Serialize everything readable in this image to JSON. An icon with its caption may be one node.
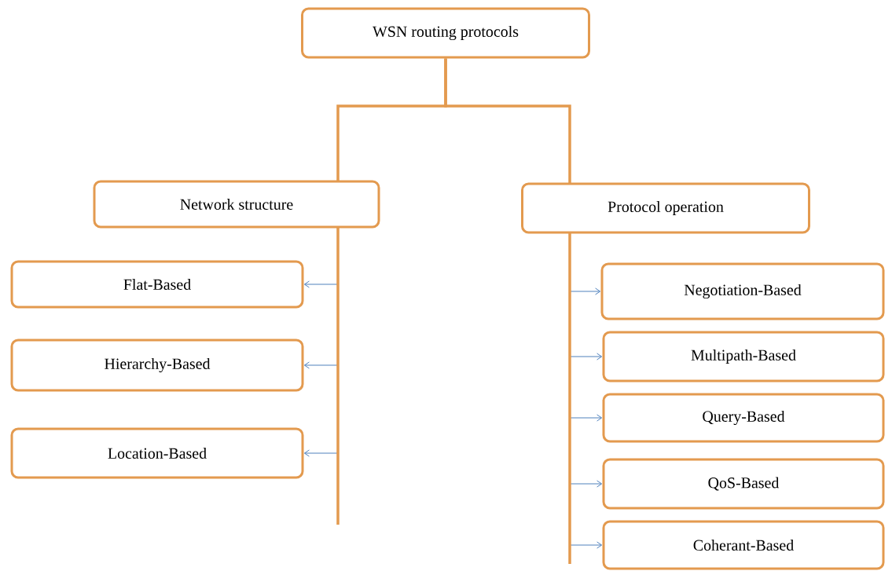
{
  "diagram": {
    "nodes": [
      {
        "text": [
          "WSN routing protocols"
        ]
      },
      {
        "text": [
          "Network structure"
        ]
      },
      {
        "text": [
          "Protocol operation"
        ]
      },
      {
        "text": [
          "Flat-Based"
        ]
      },
      {
        "text": [
          "Hierarchy-Based"
        ]
      },
      {
        "text": [
          "Location-Based"
        ]
      },
      {
        "text": [
          "Negotiation-Based"
        ]
      },
      {
        "text": [
          "Multipath-Based"
        ]
      },
      {
        "text": [
          "Query-Based"
        ]
      },
      {
        "text": [
          "QoS-Based"
        ]
      },
      {
        "text": [
          "Coherant-Based"
        ]
      }
    ],
    "edges": [
      {
        "from": 0,
        "to": 1,
        "arrow": "none",
        "style": "thick",
        "color": "#e39a4f"
      },
      {
        "from": 0,
        "to": 2,
        "arrow": "none",
        "style": "thick",
        "color": "#e39a4f"
      },
      {
        "from": 1,
        "to": 3,
        "arrow": "to"
      },
      {
        "from": 1,
        "to": 4,
        "arrow": "to"
      },
      {
        "from": 1,
        "to": 5,
        "arrow": "to"
      },
      {
        "from": 2,
        "to": 6,
        "arrow": "to"
      },
      {
        "from": 2,
        "to": 7,
        "arrow": "to"
      },
      {
        "from": 2,
        "to": 8,
        "arrow": "to"
      },
      {
        "from": 2,
        "to": 9,
        "arrow": "to"
      },
      {
        "from": 2,
        "to": 10,
        "arrow": "to"
      }
    ]
  }
}
